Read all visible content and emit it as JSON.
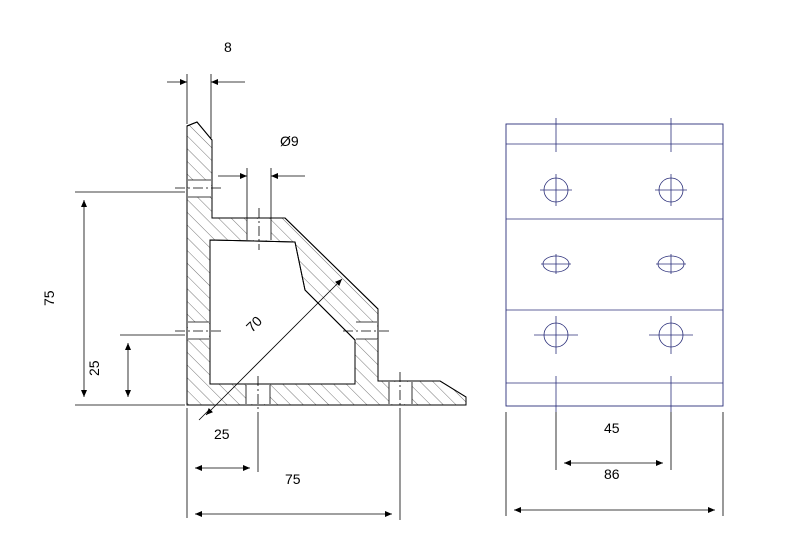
{
  "dimensions": {
    "wall_thickness": "8",
    "hole_diameter": "Ø9",
    "height_overall": "75",
    "height_lower": "25",
    "diagonal": "70",
    "offset_x": "25",
    "width_overall": "75",
    "hole_spacing": "45",
    "side_width": "86"
  },
  "colors": {
    "line": "#000000",
    "side_view_line": "#2b2f7a",
    "hatch": "#555555"
  }
}
